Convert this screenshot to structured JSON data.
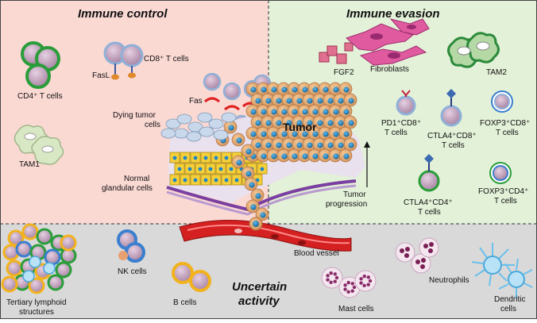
{
  "panels": {
    "immune_control": {
      "title": "Immune control",
      "color": "#fbd9d3"
    },
    "immune_evasion": {
      "title": "Immune evasion",
      "color": "#e3f1d8"
    },
    "uncertain": {
      "title_line1": "Uncertain",
      "title_line2": "activity",
      "color": "#d9d9d9"
    }
  },
  "labels": {
    "cd4_t": "CD4⁺ T cells",
    "cd8_t": "CD8⁺ T cells",
    "fasl": "FasL",
    "fas": "Fas",
    "dying_1": "Dying tumor",
    "dying_2": "cells",
    "tumor": "Tumor",
    "tam1": "TAM1",
    "normal_1": "Normal",
    "normal_2": "glandular cells",
    "fgf2": "FGF2",
    "fibroblasts": "Fibroblasts",
    "tam2": "TAM2",
    "pd1_1": "PD1⁺CD8⁺",
    "pd1_2": "T cells",
    "ctla4cd8_1": "CTLA4⁺CD8⁺",
    "ctla4cd8_2": "T cells",
    "foxp3cd8_1": "FOXP3⁺CD8⁺",
    "foxp3cd8_2": "T cells",
    "progression_1": "Tumor",
    "progression_2": "progression",
    "ctla4cd4_1": "CTLA4⁺CD4⁺",
    "ctla4cd4_2": "T cells",
    "foxp3cd4_1": "FOXP3⁺CD4⁺",
    "foxp3cd4_2": "T cells",
    "blood_vessel": "Blood vessel",
    "nk": "NK cells",
    "b_cells": "B cells",
    "tls_1": "Tertiary lymphoid",
    "tls_2": "structures",
    "mast": "Mast cells",
    "neutrophils": "Neutrophils",
    "dendritic_1": "Dendritic",
    "dendritic_2": "cells"
  },
  "colors": {
    "tumor_cell": "#e8b07a",
    "tumor_nucleus": "#1a86c9",
    "t_cell_body": "#c8a4c0",
    "cd4_ring": "#2a9d3a",
    "b_cell_ring": "#f2b21c",
    "nk_ring": "#3a7fd0",
    "blood": "#d42020",
    "membrane": "#7a3fa0",
    "normal_cell": "#f5cf3a"
  }
}
